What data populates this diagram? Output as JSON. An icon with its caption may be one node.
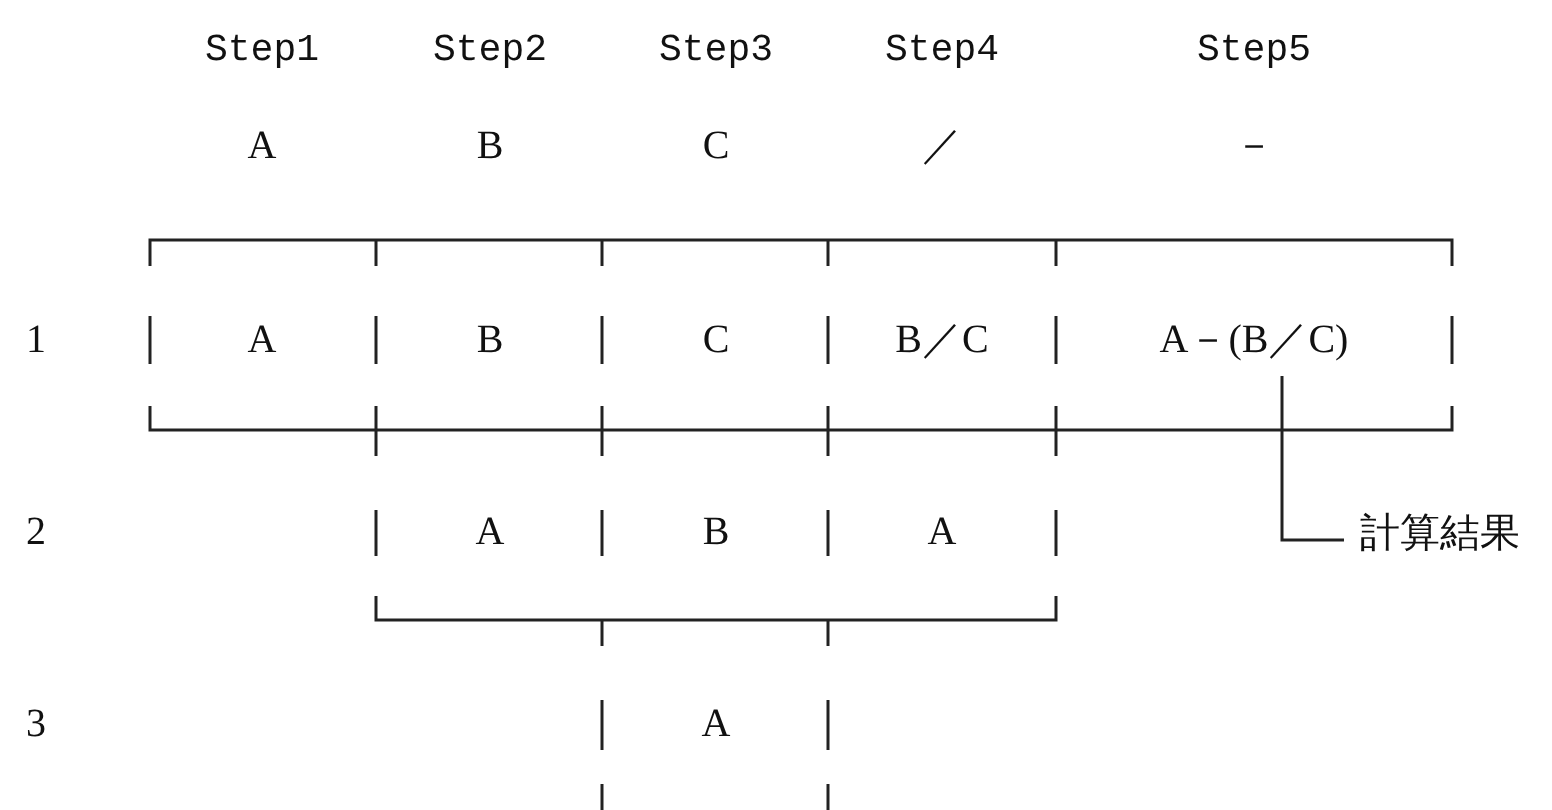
{
  "diagram": {
    "nodes": [
      {
        "text": [
          "A－(B／C)"
        ]
      },
      {
        "text": [
          "計算結果"
        ]
      }
    ],
    "edges": [
      {
        "from": 1,
        "to": 0,
        "arrow": "none"
      }
    ],
    "labels": [
      "Step1",
      "Step2",
      "Step3",
      "Step4",
      "Step5",
      "A",
      "B",
      "C",
      "／",
      "－",
      "1",
      "A",
      "B",
      "C",
      "B／C",
      "2",
      "A",
      "B",
      "A",
      "3",
      "A"
    ]
  }
}
